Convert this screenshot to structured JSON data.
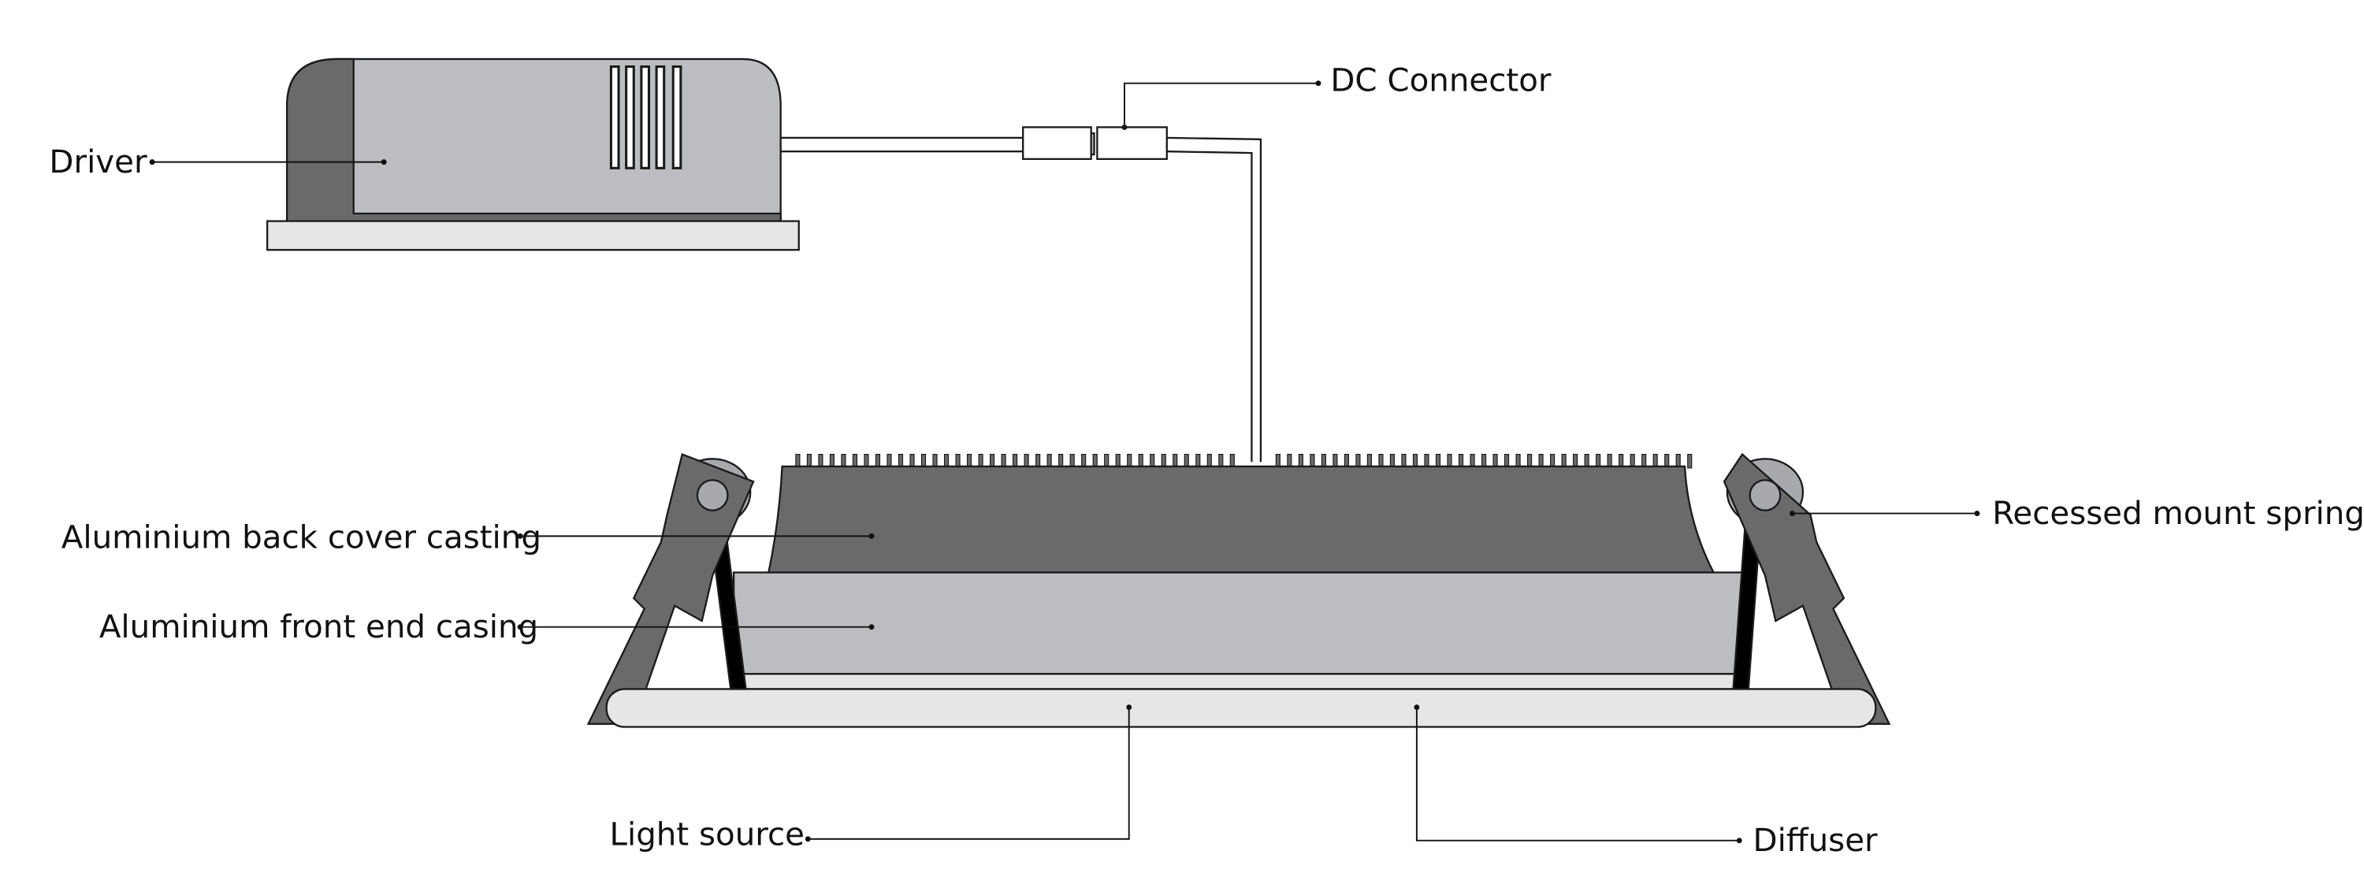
{
  "labels": {
    "driver": "Driver",
    "dc_connector": "DC Connector",
    "back_cover": "Aluminium back cover casting",
    "front_end": "Aluminium front end casing",
    "spring": "Recessed mount spring",
    "light_source": "Light source",
    "diffuser": "Diffuser"
  },
  "colors": {
    "dark": "#6a6a6a",
    "mid": "#bcbdc0",
    "light": "#e6e6e6",
    "outline": "#1a1a1a"
  }
}
